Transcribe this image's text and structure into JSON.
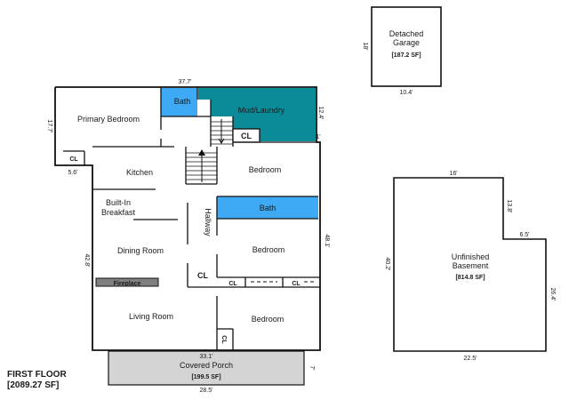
{
  "plan": {
    "floor_title": "FIRST FLOOR",
    "floor_area": "[2089.27 SF]",
    "colors": {
      "bath": "#3ea9f5",
      "laundry": "#0b8a98",
      "porch": "#d4d4d4",
      "fireplace": "#808080",
      "wall": "#111111"
    },
    "rooms": {
      "primary_bedroom": "Primary Bedroom",
      "bath_top": "Bath",
      "mud_laundry": "Mud/Laundry",
      "cl_laundry": "CL",
      "kitchen": "Kitchen",
      "bedroom_top": "Bedroom",
      "built_in_1": "Built-In",
      "built_in_2": "Breakfast",
      "bath_mid": "Bath",
      "hallway": "Hallway",
      "dining_room": "Dining Room",
      "bedroom_mid": "Bedroom",
      "fireplace": "Fireplace",
      "cl_hall": "CL",
      "cl_bed_left": "CL",
      "cl_bed_right": "CL",
      "living_room": "Living Room",
      "bedroom_bottom": "Bedroom",
      "cl_bottom": "CL",
      "cl_primary": "CL",
      "covered_porch": "Covered Porch",
      "porch_area": "[199.5 SF]"
    },
    "dims": {
      "top": "37.7'",
      "primary_left": "17.7'",
      "primary_bottom": "5.6'",
      "laundry_right": "12.4'",
      "laundry_bottom": "1'",
      "left_main": "42.8'",
      "right_main": "48.1'",
      "bottom_house": "33.1'",
      "porch_right": "7'",
      "porch_bottom": "28.5'"
    },
    "garage": {
      "title_1": "Detached",
      "title_2": "Garage",
      "area": "[187.2 SF]",
      "dim_left": "18'",
      "dim_bottom": "10.4'"
    },
    "basement": {
      "title_1": "Unfinished",
      "title_2": "Basement",
      "area": "[814.8 SF]",
      "dim_top": "16'",
      "dim_notch_v": "13.8'",
      "dim_notch_h": "6.5'",
      "dim_left": "40.2'",
      "dim_right": "26.4'",
      "dim_bottom": "22.5'"
    }
  }
}
